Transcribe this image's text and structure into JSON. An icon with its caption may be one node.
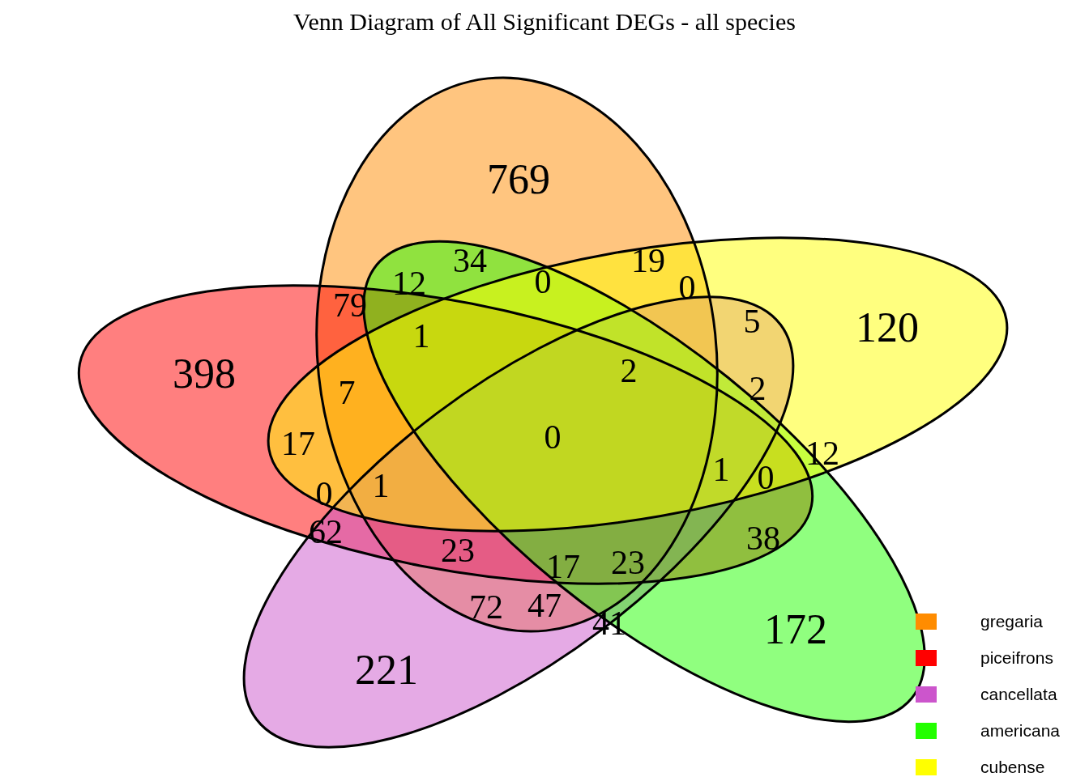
{
  "diagram": {
    "title": "Venn Diagram of All Significant DEGs - all species",
    "labels": [
      "769",
      "34",
      "19",
      "79",
      "12",
      "0",
      "0",
      "1",
      "2",
      "5",
      "120",
      "398",
      "7",
      "2",
      "17",
      "0",
      "12",
      "0",
      "1",
      "1",
      "0",
      "62",
      "38",
      "23",
      "17",
      "23",
      "72",
      "47",
      "41",
      "172",
      "221"
    ],
    "legend": [
      {
        "text": "gregaria",
        "color": "#ff8c00"
      },
      {
        "text": "piceifrons",
        "color": "#ff0000"
      },
      {
        "text": "cancellata",
        "color": "#cc55cc"
      },
      {
        "text": "americana",
        "color": "#22ff00"
      },
      {
        "text": "cubense",
        "color": "#ffff00"
      }
    ]
  }
}
